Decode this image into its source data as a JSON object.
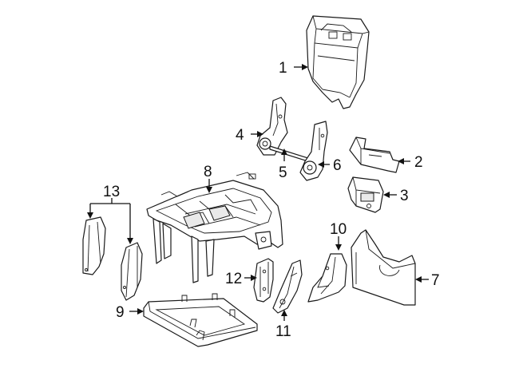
{
  "callouts": [
    {
      "id": "c1",
      "label": "1"
    },
    {
      "id": "c2",
      "label": "2"
    },
    {
      "id": "c3",
      "label": "3"
    },
    {
      "id": "c4",
      "label": "4"
    },
    {
      "id": "c5",
      "label": "5"
    },
    {
      "id": "c6",
      "label": "6"
    },
    {
      "id": "c7",
      "label": "7"
    },
    {
      "id": "c8",
      "label": "8"
    },
    {
      "id": "c9",
      "label": "9"
    },
    {
      "id": "c10",
      "label": "10"
    },
    {
      "id": "c11",
      "label": "11"
    },
    {
      "id": "c12",
      "label": "12"
    },
    {
      "id": "c13",
      "label": "13"
    }
  ]
}
